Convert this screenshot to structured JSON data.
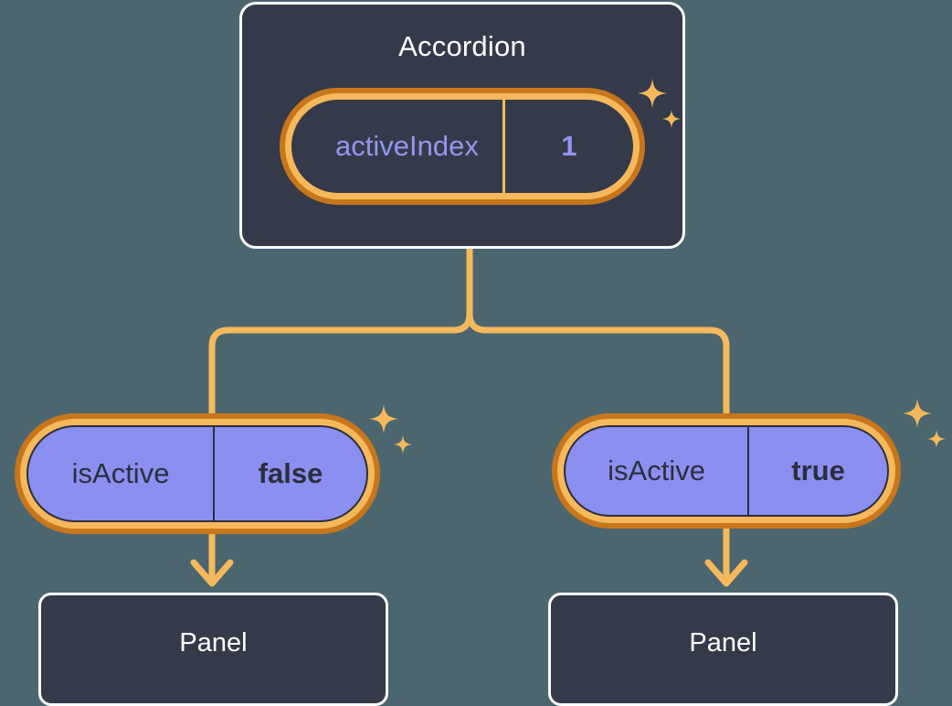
{
  "diagram": {
    "type": "component-state-tree",
    "background_color": "#4c6670",
    "accent_orange": "#f5b95c",
    "accent_orange_dark": "#c8761c",
    "accent_purple": "#8b8ff0",
    "card_fill": "#353a4a",
    "card_border": "#fdfdfd"
  },
  "root": {
    "title": "Accordion",
    "state": {
      "key": "activeIndex",
      "value": "1"
    },
    "sparkle_name": "sparkle-icon"
  },
  "children": [
    {
      "state": {
        "key": "isActive",
        "value": "false"
      },
      "panel": {
        "title": "Panel"
      },
      "sparkle_name": "sparkle-icon"
    },
    {
      "state": {
        "key": "isActive",
        "value": "true"
      },
      "panel": {
        "title": "Panel"
      },
      "sparkle_name": "sparkle-icon"
    }
  ]
}
